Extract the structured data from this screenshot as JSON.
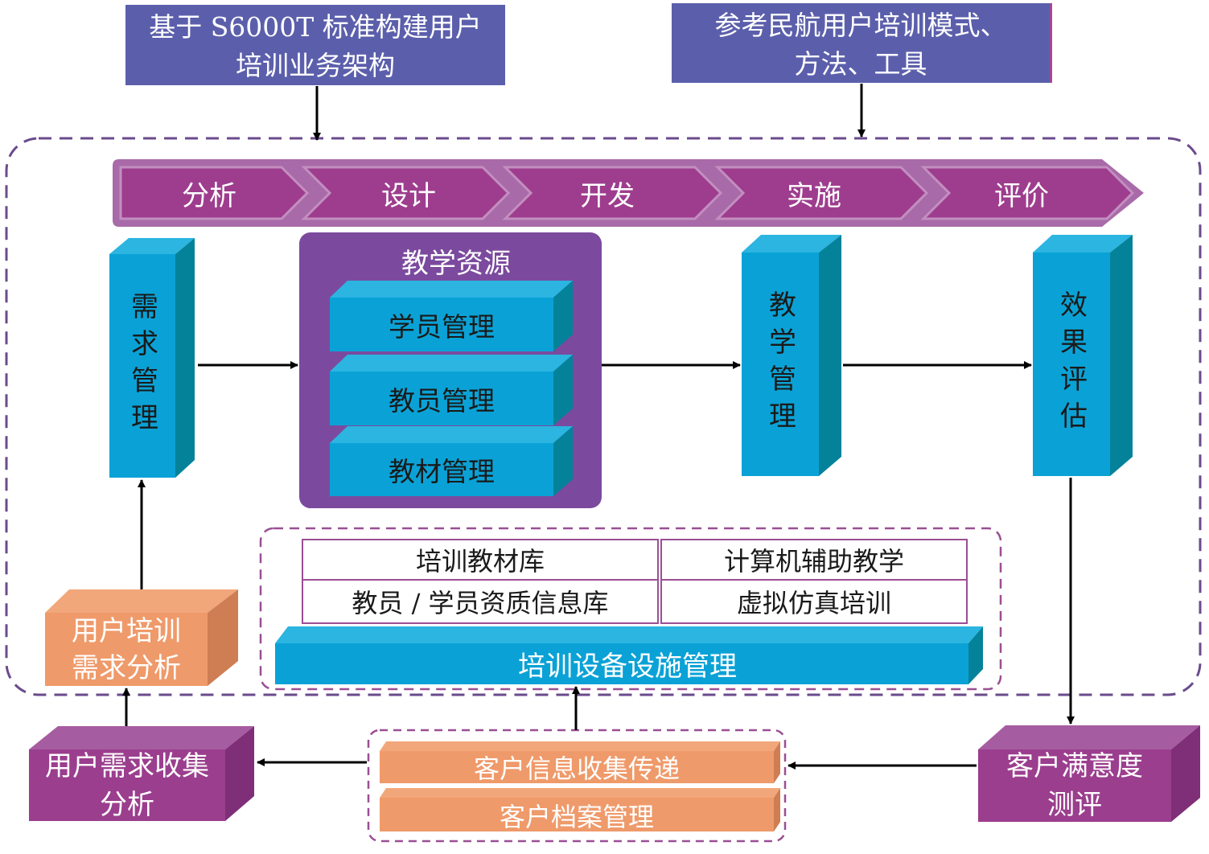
{
  "inputs": {
    "left": "基于 S6000T 标准构建用户培训业务架构",
    "left_line1": "基于 S6000T 标准构建用户",
    "left_line2": "培训业务架构",
    "right_line1": "参考民航用户培训模式、",
    "right_line2": "方法、工具"
  },
  "stages": [
    "分析",
    "设计",
    "开发",
    "实施",
    "评价"
  ],
  "columns": {
    "demand": "需求管理",
    "resources_title": "教学资源",
    "resources": [
      "学员管理",
      "教员管理",
      "教材管理"
    ],
    "teaching": "教学管理",
    "evaluation": "效果评估"
  },
  "infrastructure": {
    "cells": [
      "培训教材库",
      "计算机辅助教学",
      "教员 / 学员资质信息库",
      "虚拟仿真培训"
    ],
    "facility": "培训设备设施管理"
  },
  "training_needs": {
    "line1": "用户培训",
    "line2": "需求分析"
  },
  "bottom": {
    "collection": {
      "line1": "用户需求收集",
      "line2": "分析"
    },
    "customer_info": "客户信息收集传递",
    "customer_archive": "客户档案管理",
    "satisfaction": {
      "line1": "客户满意度",
      "line2": "测评"
    }
  },
  "colors": {
    "blue_header": "#5b5fab",
    "stage_purple": "#9e3d8e",
    "stage_outer": "#a86aa8",
    "cyan_front": "#0aa2d6",
    "cyan_side": "#04829a",
    "resource_bg": "#7b4a9e",
    "orange_front": "#ef9a6a",
    "magenta_front": "#9b3e8e",
    "dash": "#6a4b8c"
  }
}
